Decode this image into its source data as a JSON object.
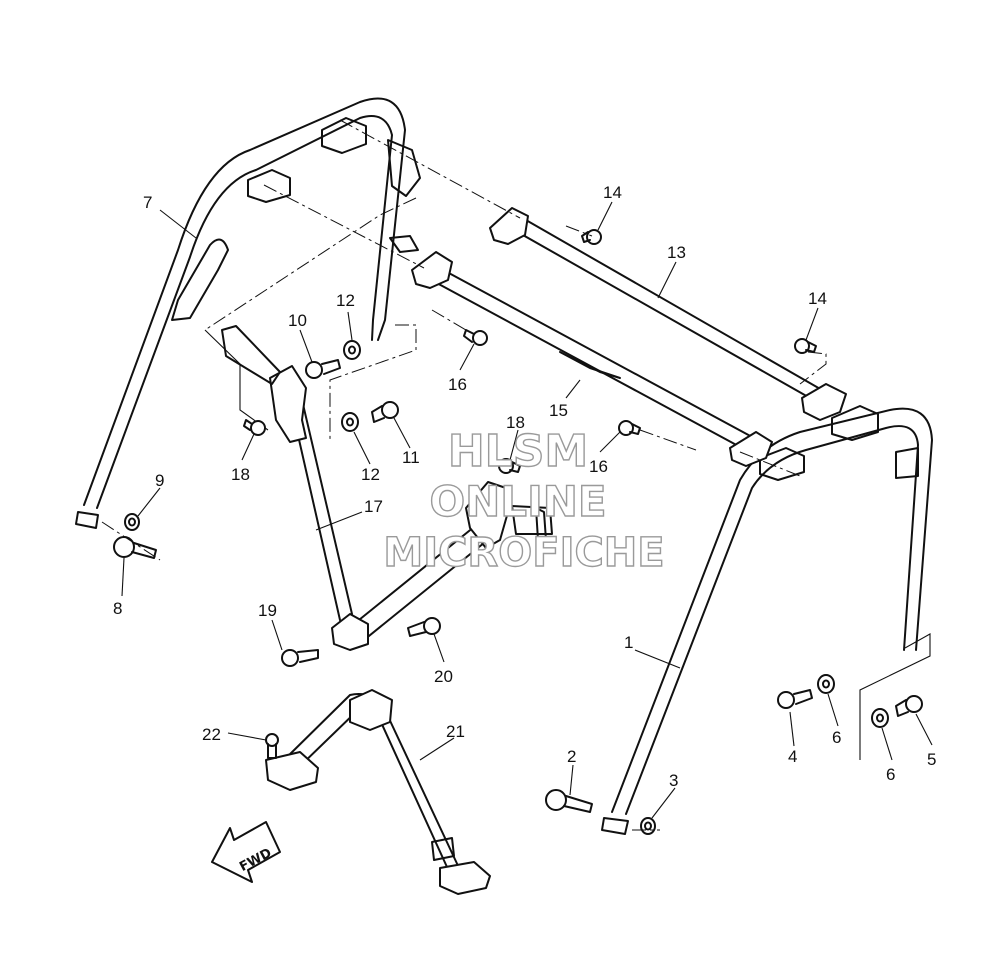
{
  "watermark": {
    "line1": "HLSM",
    "line2": "ONLINE",
    "line3": "MICROFICHE"
  },
  "fwd_arrow": {
    "label": "FWD"
  },
  "callouts": {
    "c1": "1",
    "c2": "2",
    "c3": "3",
    "c4": "4",
    "c5": "5",
    "c6a": "6",
    "c6b": "6",
    "c7": "7",
    "c8": "8",
    "c9": "9",
    "c10": "10",
    "c11": "11",
    "c12a": "12",
    "c12b": "12",
    "c13": "13",
    "c14a": "14",
    "c14b": "14",
    "c15": "15",
    "c16a": "16",
    "c16b": "16",
    "c17": "17",
    "c18a": "18",
    "c18b": "18",
    "c19": "19",
    "c20": "20",
    "c21": "21",
    "c22": "22"
  }
}
